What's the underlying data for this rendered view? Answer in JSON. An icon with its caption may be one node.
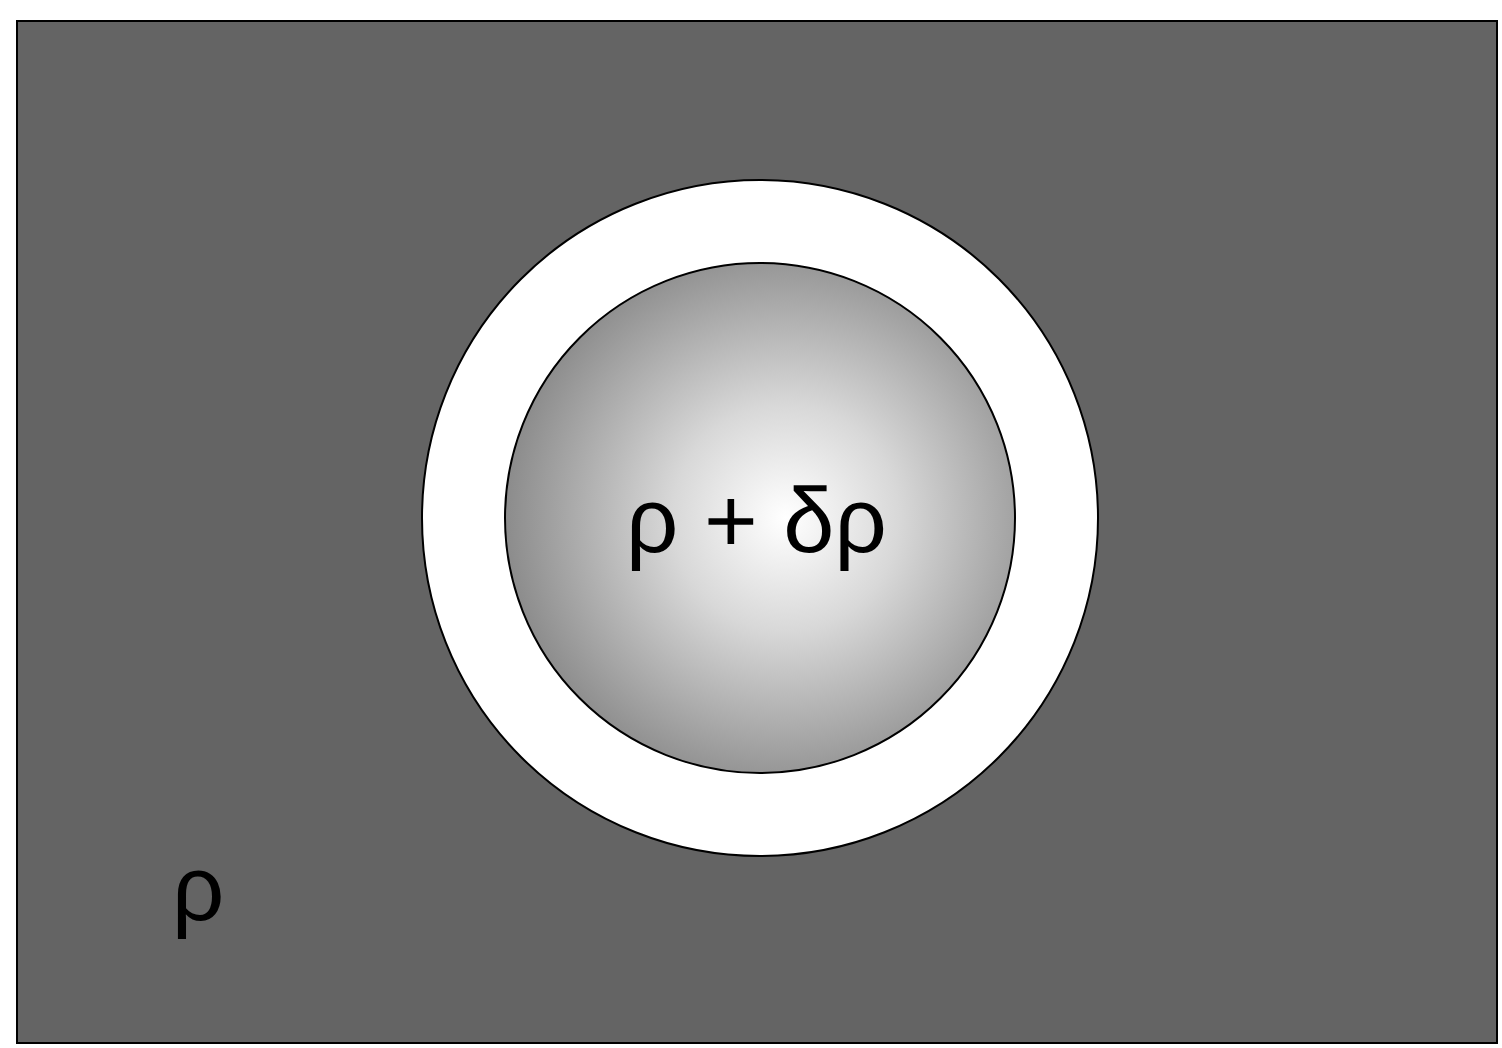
{
  "diagram": {
    "nodes": [
      {
        "text": [
          "ρ"
        ]
      },
      {
        "text": [
          "ρ + δρ"
        ],
        "in": 0
      }
    ]
  }
}
